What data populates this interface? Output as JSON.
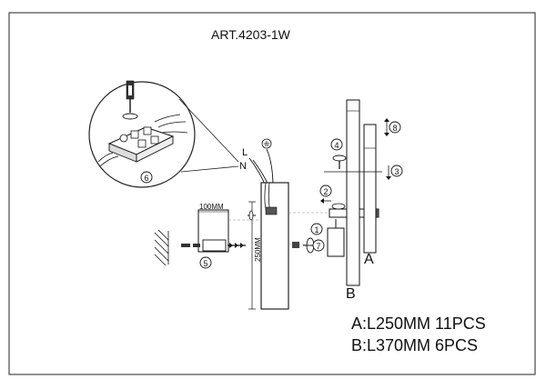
{
  "title": "ART.4203-1W",
  "steps": [
    "1",
    "2",
    "3",
    "4",
    "5",
    "6",
    "7",
    "8"
  ],
  "labels": {
    "dim_top": "100MM",
    "dim_side": "250MM",
    "terminal_l": "L",
    "terminal_n": "N",
    "part_a": "A",
    "part_b": "B"
  },
  "specs": {
    "a": "A:L250MM  11PCS",
    "b": "B:L370MM   6PCS"
  }
}
